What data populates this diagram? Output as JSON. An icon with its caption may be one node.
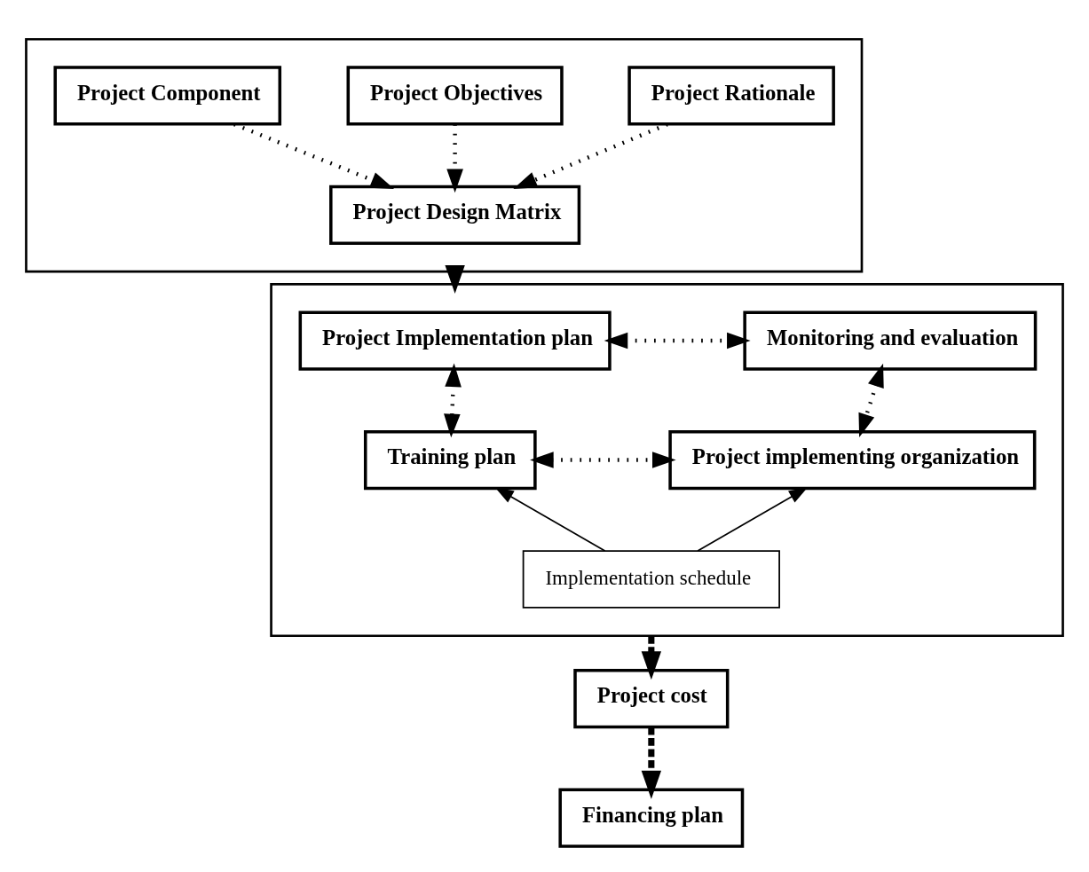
{
  "diagram": {
    "nodes": [
      {
        "text": [],
        "shape": "box"
      },
      {
        "text": [
          "Project Rationale"
        ],
        "in": 0
      },
      {
        "text": [
          "Project Objectives"
        ],
        "in": 0
      },
      {
        "text": [
          "Project Component"
        ],
        "in": 0
      },
      {
        "text": [
          "Project Design Matrix"
        ],
        "in": 0
      },
      {
        "text": [],
        "shape": "box"
      },
      {
        "text": [
          "Project Implementation plan"
        ],
        "in": 5
      },
      {
        "text": [
          "Monitoring and evaluation"
        ],
        "in": 5
      },
      {
        "text": [
          "Training plan"
        ],
        "in": 5
      },
      {
        "text": [
          "Project implementing organization"
        ],
        "in": 5
      },
      {
        "text": [
          "Implementation schedule"
        ],
        "in": 5
      },
      {
        "text": [
          "Project cost"
        ]
      },
      {
        "text": [
          "Financing plan"
        ]
      }
    ],
    "edges": [
      {
        "from": 1,
        "to": 4,
        "arrow": "to",
        "style": "dashed"
      },
      {
        "from": 2,
        "to": 4,
        "arrow": "to",
        "style": "dashed"
      },
      {
        "from": 3,
        "to": 4,
        "arrow": "to",
        "style": "dashed"
      },
      {
        "from": 0,
        "to": 5,
        "arrow": "to",
        "style": "dashed"
      },
      {
        "from": 6,
        "to": 7,
        "arrow": "both",
        "style": "dashed"
      },
      {
        "from": 6,
        "to": 8,
        "arrow": "both",
        "style": "dashed"
      },
      {
        "from": 7,
        "to": 9,
        "arrow": "both",
        "style": "dashed"
      },
      {
        "from": 8,
        "to": 9,
        "arrow": "both",
        "style": "dashed"
      },
      {
        "from": 10,
        "to": 8,
        "arrow": "to"
      },
      {
        "from": 10,
        "to": 9,
        "arrow": "to"
      },
      {
        "from": 5,
        "to": 11,
        "arrow": "to",
        "style": "dashed"
      },
      {
        "from": 11,
        "to": 12,
        "arrow": "to",
        "style": "dashed"
      }
    ]
  }
}
